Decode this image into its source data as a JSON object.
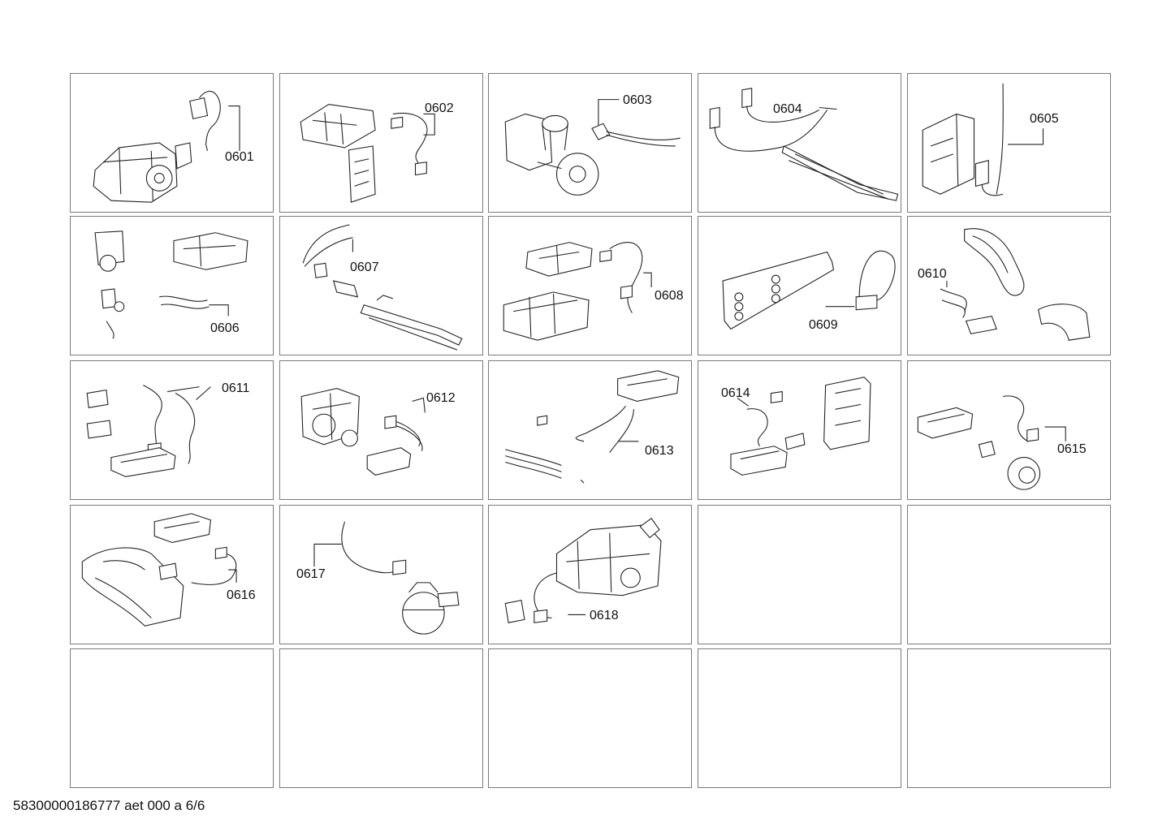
{
  "footer": "58300000186777 aet 000 a 6/6",
  "cells": [
    {
      "label": "0601"
    },
    {
      "label": "0602"
    },
    {
      "label": "0603"
    },
    {
      "label": "0604"
    },
    {
      "label": "0605"
    },
    {
      "label": "0606"
    },
    {
      "label": "0607"
    },
    {
      "label": "0608"
    },
    {
      "label": "0609"
    },
    {
      "label": "0610"
    },
    {
      "label": "0611"
    },
    {
      "label": "0612"
    },
    {
      "label": "0613"
    },
    {
      "label": "0614"
    },
    {
      "label": "0615"
    },
    {
      "label": "0616"
    },
    {
      "label": "0617"
    },
    {
      "label": "0618"
    },
    {
      "label": ""
    },
    {
      "label": ""
    },
    {
      "label": ""
    },
    {
      "label": ""
    },
    {
      "label": ""
    },
    {
      "label": ""
    },
    {
      "label": ""
    }
  ]
}
